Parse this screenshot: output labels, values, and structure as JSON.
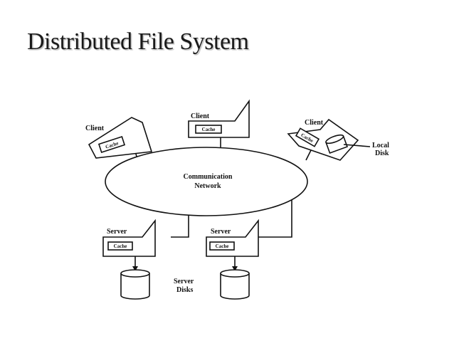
{
  "title": "Distributed File System",
  "diagram": {
    "network_label_line1": "Communication",
    "network_label_line2": "Network",
    "clients": [
      {
        "label": "Client",
        "cache": "Cache"
      },
      {
        "label": "Client",
        "cache": "Cache"
      },
      {
        "label": "Client",
        "cache": "Cache"
      }
    ],
    "local_disk_line1": "Local",
    "local_disk_line2": "Disk",
    "servers": [
      {
        "label": "Server",
        "cache": "Cache"
      },
      {
        "label": "Server",
        "cache": "Cache"
      }
    ],
    "server_disks_line1": "Server",
    "server_disks_line2": "Disks"
  }
}
